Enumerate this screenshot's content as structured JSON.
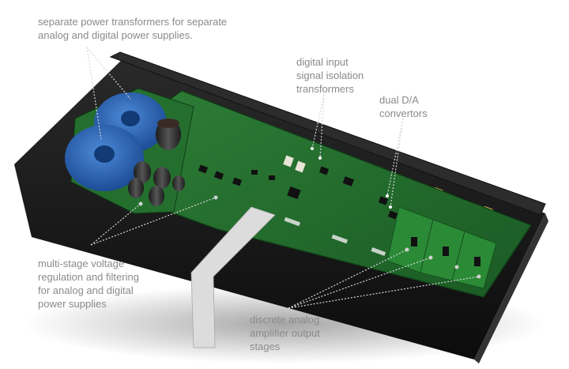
{
  "callouts": {
    "power_transformers": {
      "lines": [
        "separate power transformers for separate",
        "analog and digital power supplies."
      ]
    },
    "isolation_transformers": {
      "lines": [
        "digital input",
        "signal isolation",
        "transformers"
      ]
    },
    "dac": {
      "lines": [
        "dual D/A",
        "convertors"
      ]
    },
    "voltage_regulation": {
      "lines": [
        "multi-stage voltage",
        "regulation and filtering",
        "for analog and digital",
        "power supplies"
      ]
    },
    "output_stages": {
      "lines": [
        "discrete analog",
        "amplifier output",
        "stages"
      ]
    }
  },
  "colors": {
    "label": "#8a8a8a",
    "pcb": "#1f6b2a",
    "chassis": "#1a1a1a",
    "transformer": "#2b66b5",
    "leader": "#d8d8d8"
  }
}
